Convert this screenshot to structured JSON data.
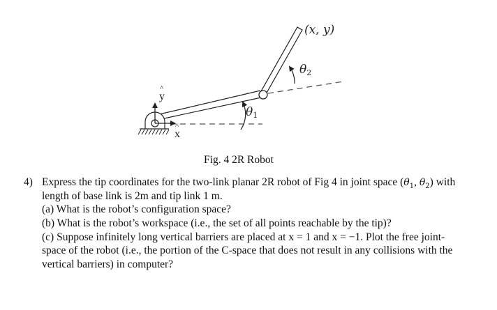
{
  "figure": {
    "labels": {
      "tip": "(x, y)",
      "theta1": "θ",
      "theta1_sub": "1",
      "theta2": "θ",
      "theta2_sub": "2",
      "x_axis": "x",
      "y_axis": "y"
    },
    "caption": "Fig. 4 2R Robot"
  },
  "problem": {
    "number": "4)",
    "intro_line1_pre": "Express the tip coordinates for the two-link planar 2R robot of Fig 4 in joint space (",
    "intro_theta1": "θ",
    "intro_theta1_sub": "1",
    "intro_sep": ", ",
    "intro_theta2": "θ",
    "intro_theta2_sub": "2",
    "intro_line1_post": ") with",
    "intro_line2": "length of base link is 2m and tip link 1 m.",
    "part_a": "(a) What is the robot’s configuration space?",
    "part_b": "(b) What is the robot’s workspace (i.e., the set of all points reachable by the tip)?",
    "part_c_line1": "(c) Suppose infinitely long vertical barriers are placed at x = 1 and x = −1. Plot the free joint-",
    "part_c_line2": "space of the robot (i.e., the portion of the C-space that does not result in any collisions with the",
    "part_c_line3": "vertical barriers) in computer?"
  }
}
